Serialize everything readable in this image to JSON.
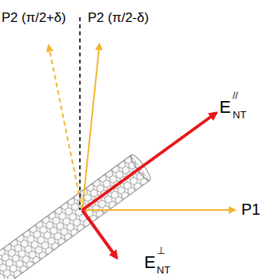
{
  "diagram": {
    "labels": [
      "P2 (π/2+δ)",
      "P2 (π/2-δ)",
      "E",
      "//",
      "NT",
      "E",
      "⊥",
      "NT",
      "P1"
    ]
  }
}
